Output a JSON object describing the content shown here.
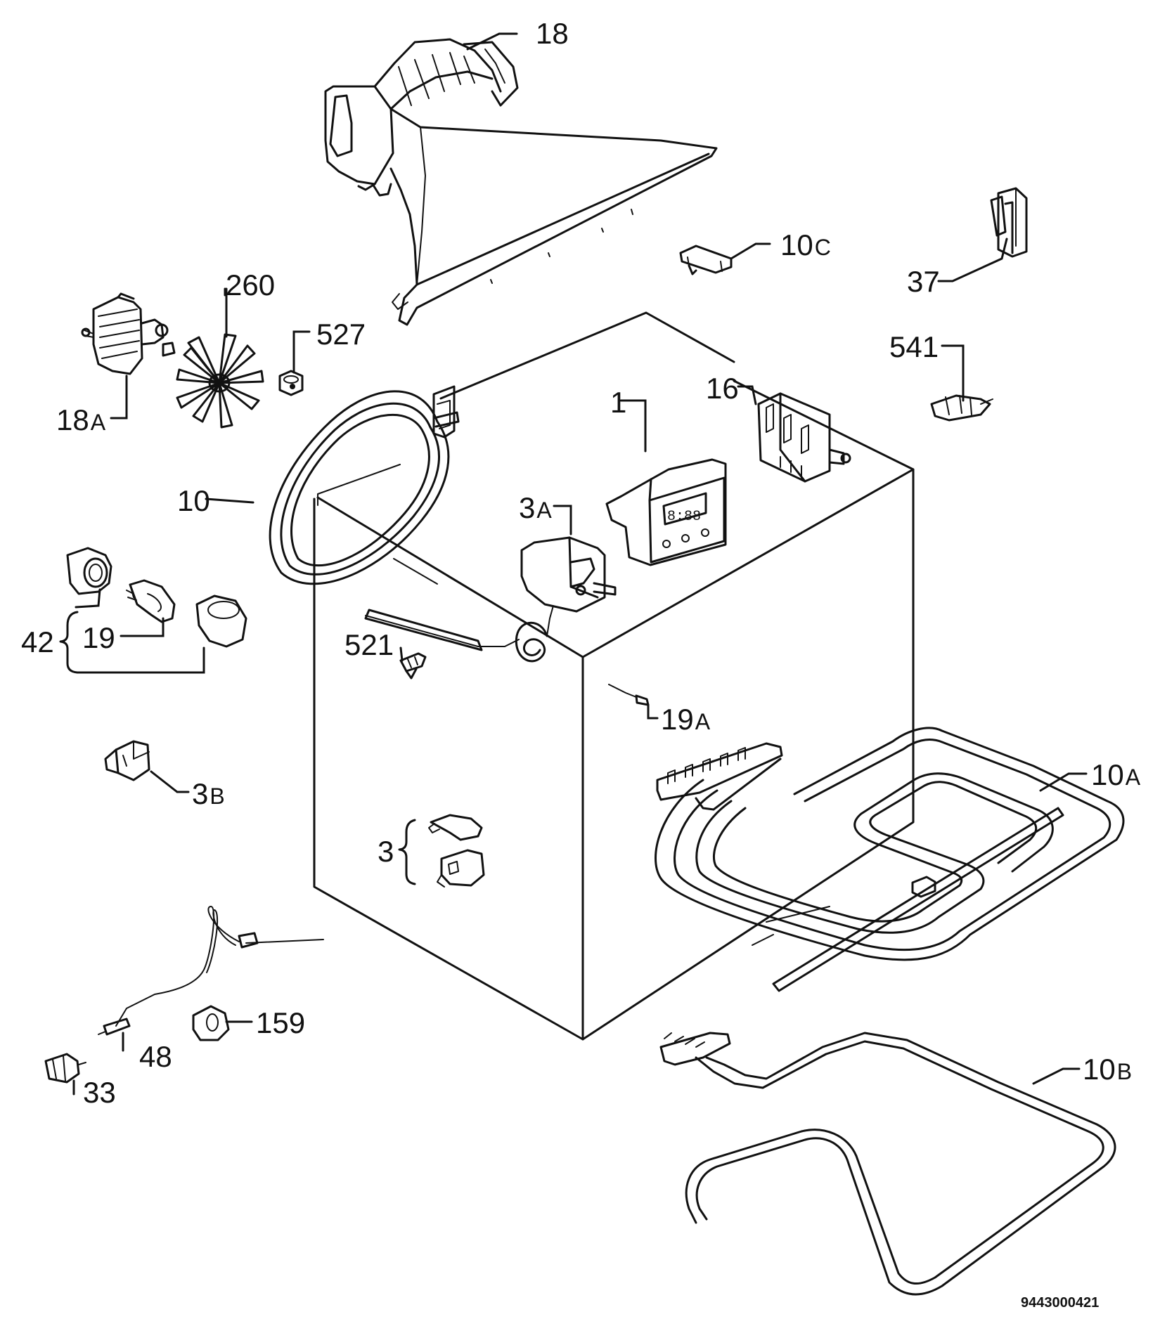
{
  "diagram": {
    "document_number": "9443000421",
    "parts": [
      {
        "id": "p1",
        "main": "1",
        "suffix": ""
      },
      {
        "id": "p3",
        "main": "3",
        "suffix": ""
      },
      {
        "id": "p3a",
        "main": "3",
        "suffix": "A"
      },
      {
        "id": "p3b",
        "main": "3",
        "suffix": "B"
      },
      {
        "id": "p10",
        "main": "10",
        "suffix": ""
      },
      {
        "id": "p10a",
        "main": "10",
        "suffix": "A"
      },
      {
        "id": "p10b",
        "main": "10",
        "suffix": "B"
      },
      {
        "id": "p10c",
        "main": "10",
        "suffix": "C"
      },
      {
        "id": "p16",
        "main": "16",
        "suffix": ""
      },
      {
        "id": "p18",
        "main": "18",
        "suffix": ""
      },
      {
        "id": "p18a",
        "main": "18",
        "suffix": "A"
      },
      {
        "id": "p19",
        "main": "19",
        "suffix": ""
      },
      {
        "id": "p19a",
        "main": "19",
        "suffix": "A"
      },
      {
        "id": "p33",
        "main": "33",
        "suffix": ""
      },
      {
        "id": "p37",
        "main": "37",
        "suffix": ""
      },
      {
        "id": "p42",
        "main": "42",
        "suffix": ""
      },
      {
        "id": "p48",
        "main": "48",
        "suffix": ""
      },
      {
        "id": "p159",
        "main": "159",
        "suffix": ""
      },
      {
        "id": "p260",
        "main": "260",
        "suffix": ""
      },
      {
        "id": "p521",
        "main": "521",
        "suffix": ""
      },
      {
        "id": "p527",
        "main": "527",
        "suffix": ""
      },
      {
        "id": "p541",
        "main": "541",
        "suffix": ""
      }
    ]
  }
}
